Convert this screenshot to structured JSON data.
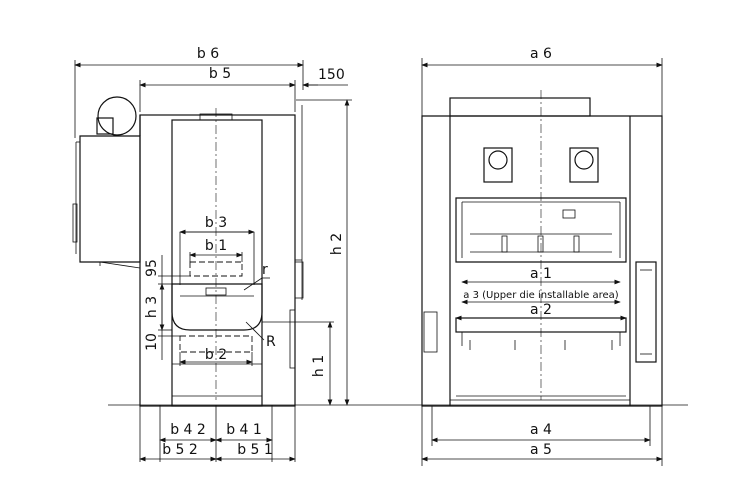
{
  "side_view": {
    "dims": {
      "b6": "b 6",
      "b5": "b 5",
      "gap150": "150",
      "h2": "h 2",
      "h1": "h 1",
      "b3": "b 3",
      "b1": "b 1",
      "b2": "b 2",
      "d95": "95",
      "h3": "h 3",
      "d10": "10",
      "r": "r",
      "R": "R",
      "b42": "b 4 2",
      "b41": "b 4 1",
      "b52": "b 5 2",
      "b51": "b 5 1"
    }
  },
  "front_view": {
    "dims": {
      "a6": "a 6",
      "a1": "a 1",
      "a3": "a 3 (Upper die installable area)",
      "a2": "a 2",
      "a4": "a 4",
      "a5": "a 5"
    }
  }
}
